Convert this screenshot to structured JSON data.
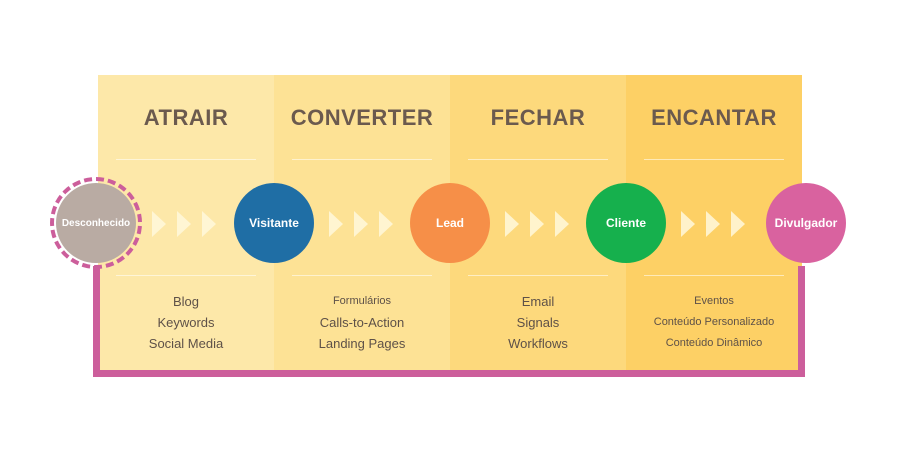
{
  "stages": [
    {
      "title": "ATRAIR",
      "items": [
        "Blog",
        "Keywords",
        "Social Media"
      ],
      "color": "#fde8a9"
    },
    {
      "title": "CONVERTER",
      "items": [
        "Formulários",
        "Calls-to-Action",
        "Landing Pages"
      ],
      "color": "#fde295"
    },
    {
      "title": "FECHAR",
      "items": [
        "Email",
        "Signals",
        "Workflows"
      ],
      "color": "#fdd97c"
    },
    {
      "title": "ENCANTAR",
      "items": [
        "Eventos",
        "Conteúdo Personalizado",
        "Conteúdo Dinâmico"
      ],
      "color": "#fdd065"
    }
  ],
  "nodes": [
    {
      "label": "Desconhecido",
      "color": "#b9aba3"
    },
    {
      "label": "Visitante",
      "color": "#1f6ea5"
    },
    {
      "label": "Lead",
      "color": "#f68f48"
    },
    {
      "label": "Cliente",
      "color": "#16b04d"
    },
    {
      "label": "Divulgador",
      "color": "#d9629f"
    }
  ],
  "colors": {
    "loop": "#cc5e9b",
    "title_text": "#6b5a4e",
    "item_text": "#5e5148"
  }
}
